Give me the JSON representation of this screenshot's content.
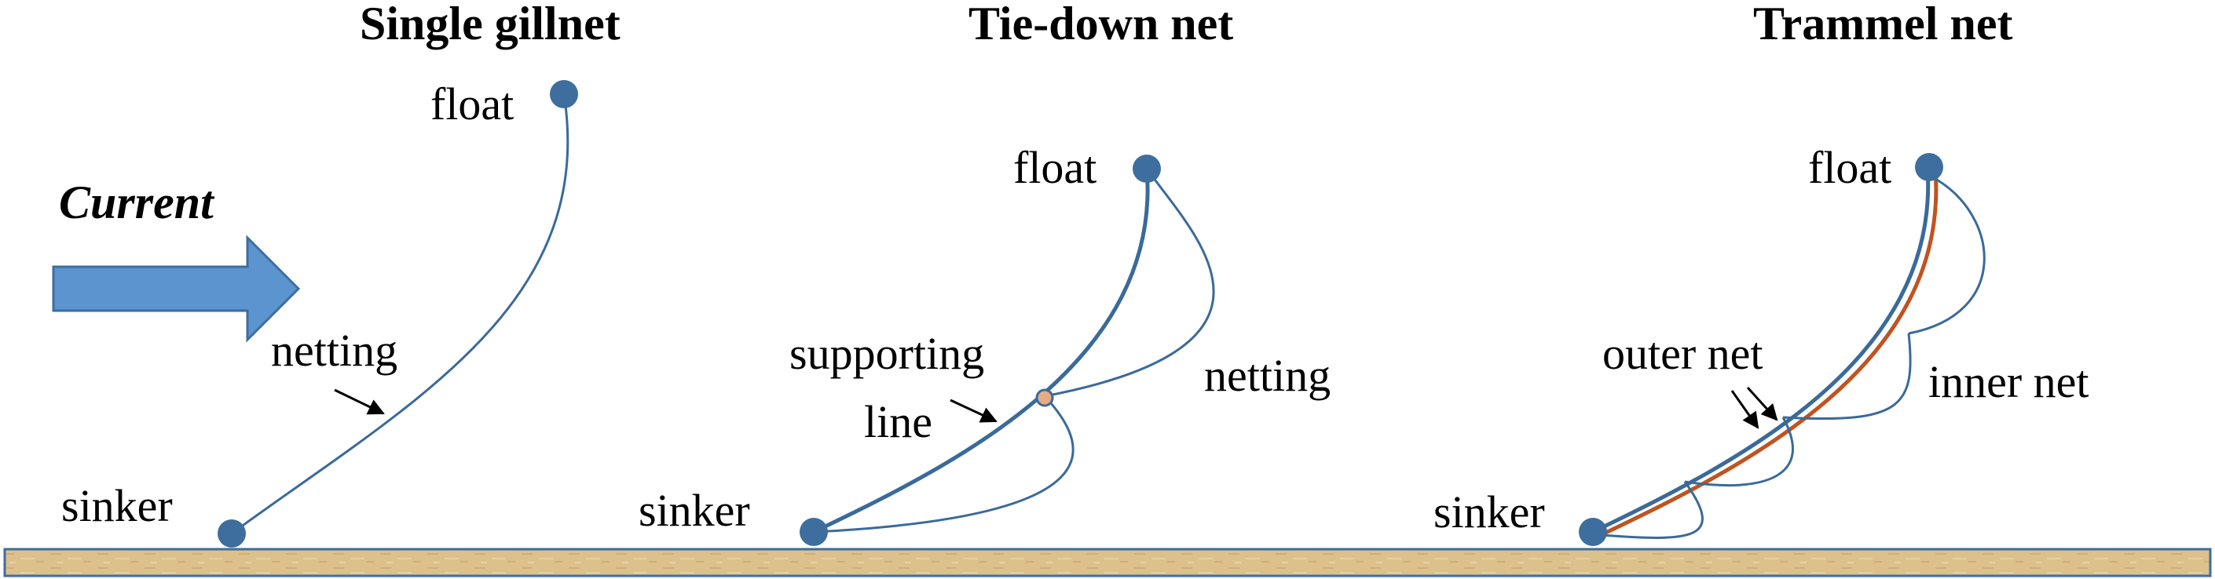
{
  "colors": {
    "line": "#3a6a9a",
    "node": "#3d6e9e",
    "arrow": "#5b94cf",
    "inner_net": "#c0531f",
    "tie_point": "#e6ab82",
    "seabed": "#dcc18c"
  },
  "current": {
    "label": "Current"
  },
  "panels": [
    {
      "title": "Single gillnet",
      "float_label": "float",
      "sinker_label": "sinker",
      "netting_label": "netting"
    },
    {
      "title": "Tie-down net",
      "float_label": "float",
      "sinker_label": "sinker",
      "netting_label": "netting",
      "support_label_line1": "supporting",
      "support_label_line2": "line"
    },
    {
      "title": "Trammel net",
      "float_label": "float",
      "sinker_label": "sinker",
      "outer_label": "outer net",
      "inner_label": "inner net"
    }
  ]
}
